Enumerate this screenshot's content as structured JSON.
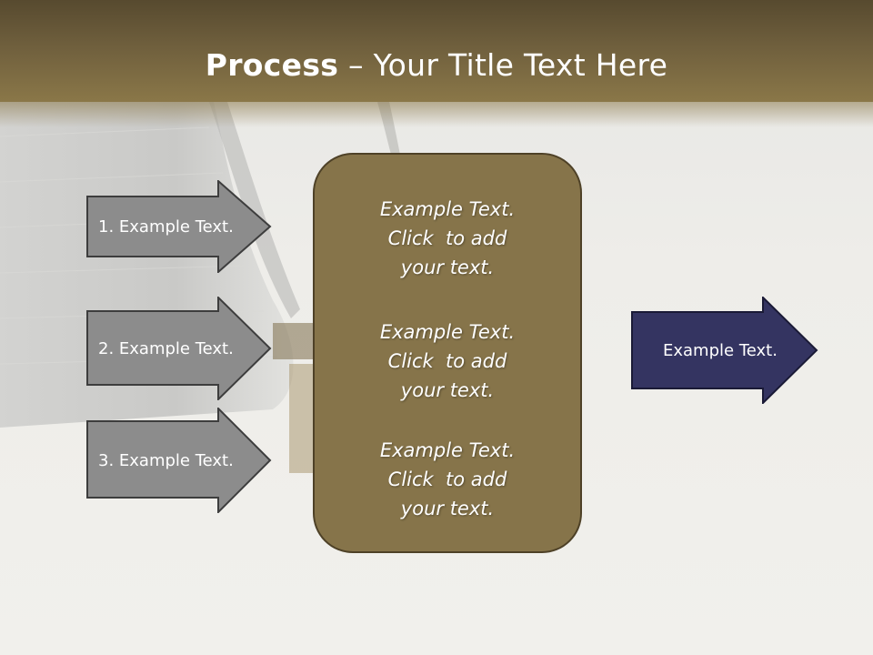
{
  "slide": {
    "title_bold": "Process",
    "title_rest": " – Your Title Text Here"
  },
  "left_arrows": [
    {
      "label": "1. Example Text."
    },
    {
      "label": "2. Example Text."
    },
    {
      "label": "3. Example Text."
    }
  ],
  "center_box": {
    "blocks": [
      {
        "lines": [
          "Example Text.",
          "Click  to add",
          "your text."
        ]
      },
      {
        "lines": [
          "Example Text.",
          "Click  to add",
          "your text."
        ]
      },
      {
        "lines": [
          "Example Text.",
          "Click  to add",
          "your text."
        ]
      }
    ]
  },
  "right_arrow": {
    "label": "Example Text."
  },
  "colors": {
    "header": "#6f5f3d",
    "box_fill": "#86744a",
    "left_arrow_fill": "#8c8c8c",
    "right_arrow_fill": "#343461"
  }
}
